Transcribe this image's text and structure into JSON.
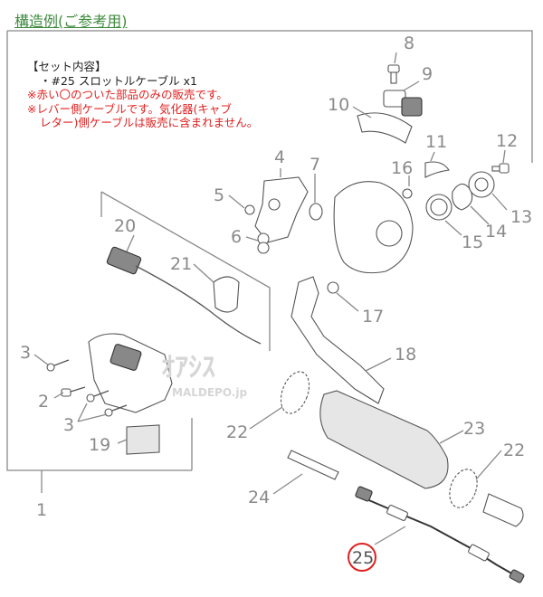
{
  "title": "構造例(ご参考用)",
  "notes": {
    "heading": "【セット内容】",
    "item": "・#25 スロットルケーブル x1",
    "red_line1": "※赤い〇のついた部品のみの販売です。",
    "red_line2": "※レバー側ケーブルです。気化器(キャブ",
    "red_line3": "レター)側ケーブルは販売に含まれません。"
  },
  "watermark": {
    "main": "ｵｱｼｽ",
    "sub": "MALDEPO.jp"
  },
  "part_numbers": [
    "1",
    "2",
    "3",
    "3",
    "4",
    "5",
    "6",
    "7",
    "8",
    "9",
    "10",
    "11",
    "12",
    "13",
    "14",
    "15",
    "16",
    "17",
    "18",
    "19",
    "20",
    "21",
    "22",
    "22",
    "23",
    "24",
    "25"
  ],
  "highlighted_part": "25",
  "colors": {
    "title": "#3d8a3d",
    "note_red": "#e02020",
    "circle": "#e02020",
    "labels": "#8a8a8a"
  }
}
